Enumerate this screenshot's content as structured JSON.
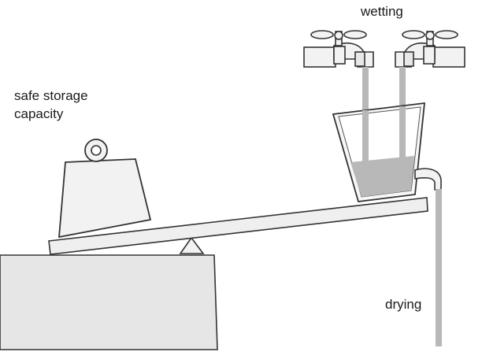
{
  "labels": {
    "wetting": "wetting",
    "safe_storage_line1": "safe storage",
    "safe_storage_line2": "capacity",
    "drying": "drying"
  },
  "colors": {
    "outline": "#333333",
    "fill_light": "#f2f2f2",
    "water": "#b8b8b8",
    "block": "#e6e6e6"
  }
}
